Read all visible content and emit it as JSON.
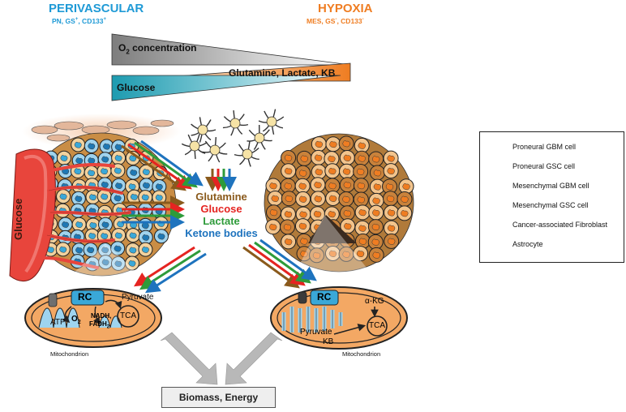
{
  "perivascular": {
    "title": "PERIVASCULAR",
    "subtitle_pn": "PN, GS",
    "subtitle_sup1": "+",
    "subtitle_mid": ", CD133",
    "subtitle_sup2": "+"
  },
  "hypoxia": {
    "title": "HYPOXIA",
    "subtitle_mes": "MES, GS",
    "subtitle_sup1": "-",
    "subtitle_mid": ", CD133",
    "subtitle_sup2": "-"
  },
  "gradients": {
    "o2_prefix": "O",
    "o2_sub": "2",
    "o2_suffix": " concentration",
    "glutamine": "Glutamine, Lactate, KB",
    "glucose": "Glucose"
  },
  "vessel_label": "Glucose",
  "metabolites": {
    "glutamine": "Glutamine",
    "glucose": "Glucose",
    "lactate": "Lactate",
    "ketone": "Ketone bodies"
  },
  "left_mito": {
    "rc": "RC",
    "pyruvate": "Pyruvate",
    "atp": "ATP",
    "o2_prefix": "O",
    "o2_sub": "2",
    "nadh": "NADH,",
    "fadh_prefix": "FADH",
    "fadh_sub": "2",
    "tca": "TCA",
    "caption": "Mitochondrion"
  },
  "right_mito": {
    "rc": "RC",
    "akg": "α-KG",
    "pyruvate": "Pyruvate",
    "kb": "KB",
    "tca": "TCA",
    "caption": "Mitochondrion"
  },
  "output_box": "Biomass, Energy",
  "legend": [
    {
      "label": "Proneural GBM cell"
    },
    {
      "label": "Proneural GSC cell"
    },
    {
      "label": "Mesenchymal GBM cell"
    },
    {
      "label": "Mesenchymal GSC cell"
    },
    {
      "label": "Cancer-associated Fibroblast"
    },
    {
      "label": "Astrocyte"
    }
  ],
  "colors": {
    "perivascular": "#1f9ad6",
    "hypoxia": "#ef7d22",
    "o2_gray": "#8c8c8c",
    "orange_grad": "#ef7d22",
    "teal_grad": "#1d9bb0",
    "glutamine": "#8a5a1c",
    "glucose": "#e52421",
    "lactate": "#2e9b3a",
    "ketone": "#1e73be",
    "vessel": "#e8453c",
    "mito_fill": "#f3a864",
    "gsc_blue": "#3aa8d8",
    "cell_tan": "#e8b877"
  }
}
